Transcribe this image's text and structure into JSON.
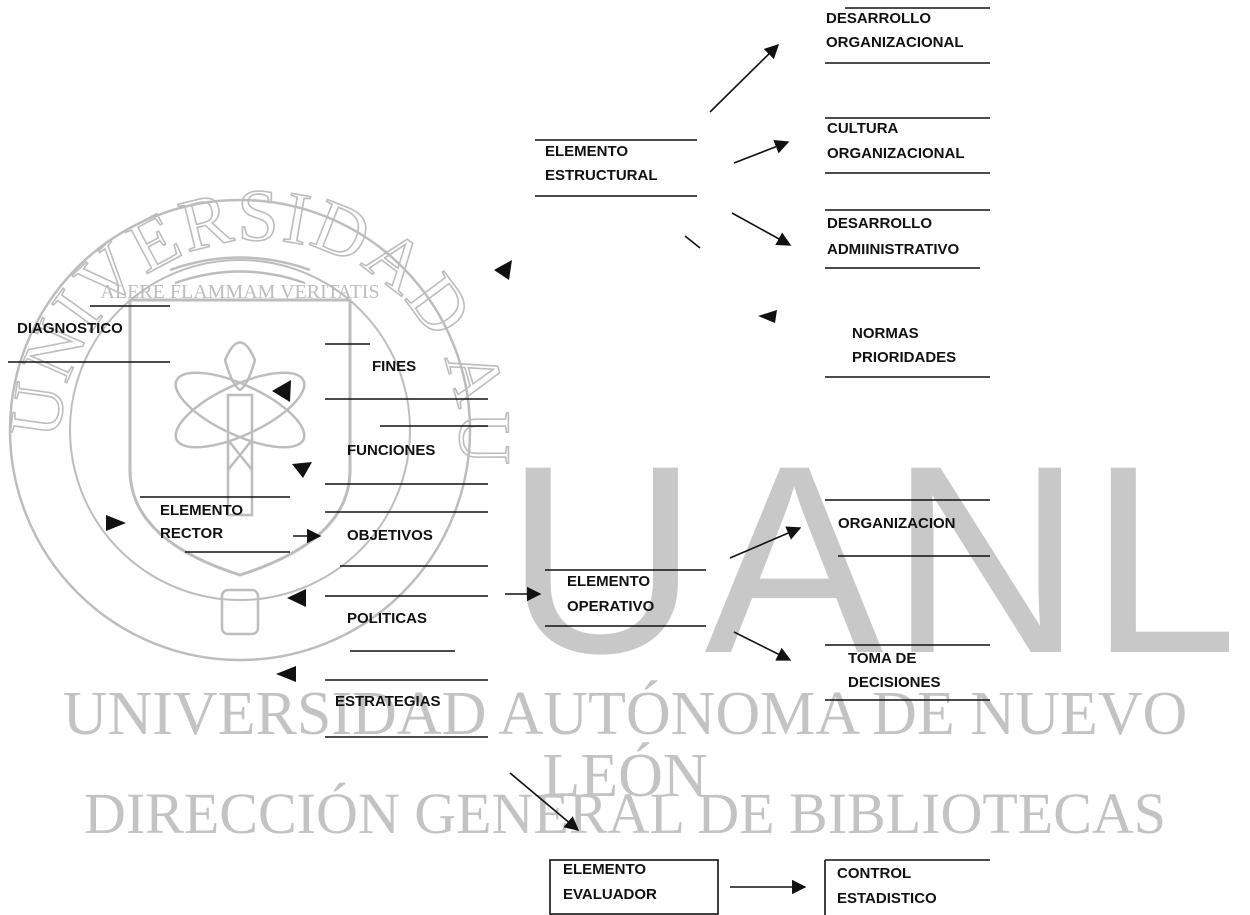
{
  "watermark": {
    "seal_arc_text": "UNIVERSIDAD AUTONOMA DE NUEVO LEON",
    "seal_motto": "ALERE FLAMMAM VERITATIS",
    "big_letters": "UANL",
    "university_name": "UNIVERSIDAD AUTÓNOMA DE NUEVO LEÓN",
    "library_name": "DIRECCIÓN GENERAL DE BIBLIOTECAS"
  },
  "nodes": {
    "diagnostico": "DIAGNOSTICO",
    "elemento_estructural": [
      "ELEMENTO",
      "ESTRUCTURAL"
    ],
    "desarrollo_organizacional": [
      "DESARROLLO",
      "ORGANIZACIONAL"
    ],
    "cultura_organizacional": [
      "CULTURA",
      "ORGANIZACIONAL"
    ],
    "desarrollo_administrativo": [
      "DESARROLLO",
      "ADMIINISTRATIVO"
    ],
    "normas_prioridades": [
      "NORMAS",
      "PRIORIDADES"
    ],
    "fines": "FINES",
    "funciones": "FUNCIONES",
    "elemento_rector": [
      "ELEMENTO",
      "RECTOR"
    ],
    "objetivos": "OBJETIVOS",
    "politicas": "POLITICAS",
    "estrategias": "ESTRATEGIAS",
    "elemento_operativo": [
      "ELEMENTO",
      "OPERATIVO"
    ],
    "organizacion": "ORGANIZACION",
    "toma_de_decisiones": [
      "TOMA DE",
      "DECISIONES"
    ],
    "elemento_evaluador": [
      "ELEMENTO",
      "EVALUADOR"
    ],
    "control_estadistico": [
      "CONTROL",
      "ESTADISTICO"
    ]
  }
}
